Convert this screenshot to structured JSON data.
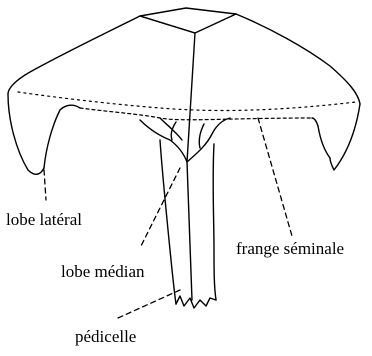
{
  "labels": {
    "lobe_lateral": "lobe latéral",
    "lobe_median": "lobe médian",
    "frange_seminale": "frange séminale",
    "pedicelle": "pédicelle"
  },
  "colors": {
    "ink": "#000000",
    "paper": "#ffffff"
  }
}
